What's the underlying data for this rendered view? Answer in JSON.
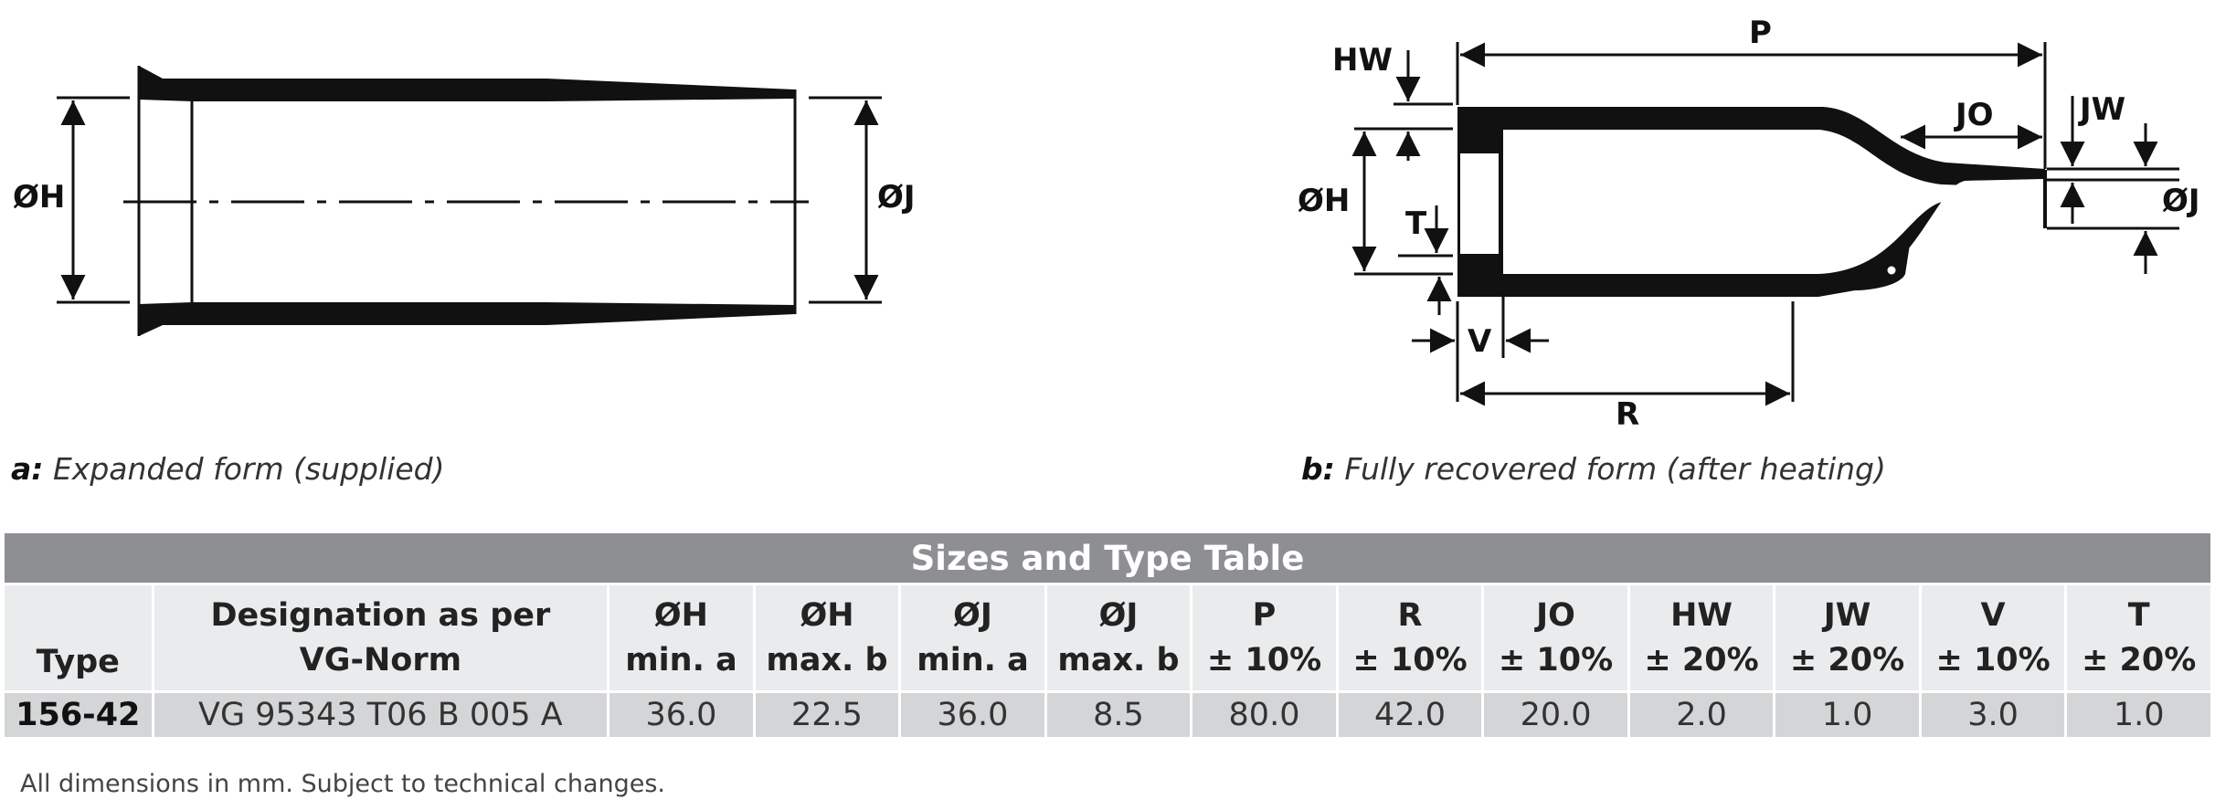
{
  "figure_a": {
    "label_h": "ØH",
    "label_j": "ØJ",
    "caption_letter": "a:",
    "caption_text": " Expanded form (supplied)"
  },
  "figure_b": {
    "label_p": "P",
    "label_hw": "HW",
    "label_jo": "JO",
    "label_jw": "JW",
    "label_h": "ØH",
    "label_t": "T",
    "label_j": "ØJ",
    "label_v": "V",
    "label_r": "R",
    "caption_letter": "b:",
    "caption_text": " Fully recovered form (after heating)"
  },
  "table": {
    "title": "Sizes and Type Table",
    "headers": [
      {
        "l1": "",
        "l2": "Type"
      },
      {
        "l1": "Designation as per",
        "l2": "VG-Norm"
      },
      {
        "l1": "ØH",
        "l2": "min. a"
      },
      {
        "l1": "ØH",
        "l2": "max. b"
      },
      {
        "l1": "ØJ",
        "l2": "min. a"
      },
      {
        "l1": "ØJ",
        "l2": "max. b"
      },
      {
        "l1": "P",
        "l2": "± 10%"
      },
      {
        "l1": "R",
        "l2": "± 10%"
      },
      {
        "l1": "JO",
        "l2": "± 10%"
      },
      {
        "l1": "HW",
        "l2": "± 20%"
      },
      {
        "l1": "JW",
        "l2": "± 20%"
      },
      {
        "l1": "V",
        "l2": "± 10%"
      },
      {
        "l1": "T",
        "l2": "± 20%"
      }
    ],
    "rows": [
      [
        "156-42",
        "VG 95343 T06 B 005 A",
        "36.0",
        "22.5",
        "36.0",
        "8.5",
        "80.0",
        "42.0",
        "20.0",
        "2.0",
        "1.0",
        "3.0",
        "1.0"
      ]
    ]
  },
  "footnote": "All dimensions in mm. Subject to technical changes."
}
